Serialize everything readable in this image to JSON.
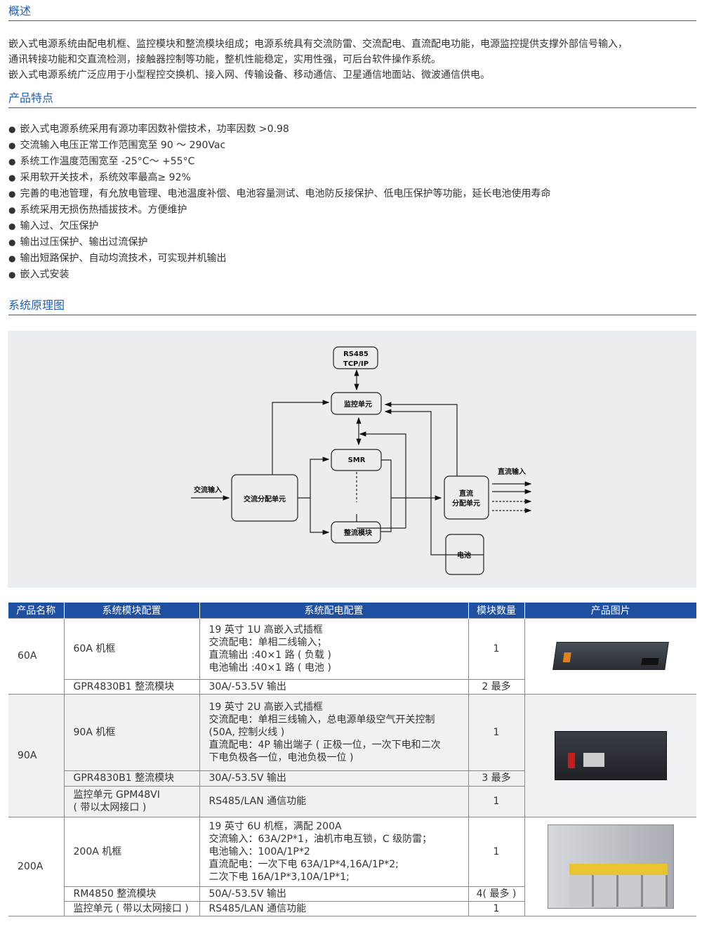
{
  "overview": {
    "title": "概述",
    "lines": [
      "嵌入式电源系统由配电机框、监控模块和整流模块组成；电源系统具有交流防雷、交流配电、直流配电功能，电源监控提供支撑外部信号输入，",
      "通讯转接功能和交直流检测，接触器控制等功能，整机性能稳定，实用性强，可后台软件操作系统。",
      "嵌入式电源系统广泛应用于小型程控交换机、接入网、传输设备、移动通信、卫星通信地面站、微波通信供电。"
    ]
  },
  "features": {
    "title": "产品特点",
    "items": [
      "嵌入式电源系统采用有源功率因数补偿技术，功率因数 >0.98",
      "交流输入电压正常工作范围宽至 90 ～ 290Vac",
      "系统工作温度范围宽至 -25°C～ +55°C",
      "采用软开关技术，系统效率最高≥ 92%",
      "完善的电池管理，有允放电管理、电池温度补偿、电池容量测试、电池防反接保护、低电压保护等功能，延长电池使用寿命",
      "系统采用无损伤热插拔技术。方便维护",
      "输入过、欠压保护",
      "输出过压保护、输出过流保护",
      "输出短路保护、自动均流技术，可实现并机输出",
      "嵌入式安装"
    ]
  },
  "diagram": {
    "title": "系统原理图",
    "rs485": "RS485",
    "tcpip": "TCP/IP",
    "monitor": "监控单元",
    "smr": "SMR",
    "rectifier": "整流模块",
    "ac_dist": "交流分配单元",
    "ac_in": "交流输入",
    "dc_dist_1": "直流",
    "dc_dist_2": "分配单元",
    "dc_in": "直流输入",
    "battery": "电池"
  },
  "table": {
    "headers": [
      "产品名称",
      "系统模块配置",
      "系统配电配置",
      "模块数量",
      "产品图片"
    ],
    "groups": [
      {
        "name": "60A",
        "rows": [
          {
            "module": [
              "60A 机框"
            ],
            "config": [
              "19 英寸 1U 高嵌入式插框",
              "交流配电：单相二线输入；",
              "直流输出 :40×1 路 ( 负载 )",
              "电池输出 :40×1 路 ( 电池 )"
            ],
            "qty": "1"
          },
          {
            "module": [
              "GPR4830B1 整流模块"
            ],
            "config": [
              "30A/-53.5V 输出"
            ],
            "qty": "2 最多"
          }
        ]
      },
      {
        "name": "90A",
        "rows": [
          {
            "module": [
              "90A 机框"
            ],
            "config": [
              "19 英寸 2U 高嵌入式插框",
              "交流配电：单相三线输入，总电源单级空气开关控制",
              "(50A, 控制火线 )",
              "直流配电：4P 输出端子 ( 正极一位，一次下电和二次",
              "下电负极各一位，电池负极一位 )"
            ],
            "qty": "1"
          },
          {
            "module": [
              "GPR4830B1 整流模块"
            ],
            "config": [
              "30A/-53.5V 输出"
            ],
            "qty": "3 最多"
          },
          {
            "module": [
              "监控单元 GPM48VI",
              "( 带以太网接口 )"
            ],
            "config": [
              "RS485/LAN 通信功能"
            ],
            "qty": "1"
          }
        ]
      },
      {
        "name": "200A",
        "rows": [
          {
            "module": [
              "200A 机框"
            ],
            "config": [
              "19 英寸 6U 机框，满配 200A",
              "交流输入：63A/2P*1，油机市电互锁，C 级防雷；",
              "电池输入：100A/1P*2",
              "直流配电：一次下电 63A/1P*4,16A/1P*2;",
              "二次下电 16A/1P*3,10A/1P*1;"
            ],
            "qty": "1"
          },
          {
            "module": [
              "RM4850 整流模块"
            ],
            "config": [
              "50A/-53.5V 输出"
            ],
            "qty": "4( 最多 )"
          },
          {
            "module": [
              "监控单元 ( 带以太网接口 )"
            ],
            "config": [
              "RS485/LAN 通信功能"
            ],
            "qty": "1"
          }
        ]
      }
    ]
  },
  "colors": {
    "accent": "#1f5fb4",
    "header_bg": "#1f4fa0",
    "diagram_bg": "#eaeef0"
  }
}
